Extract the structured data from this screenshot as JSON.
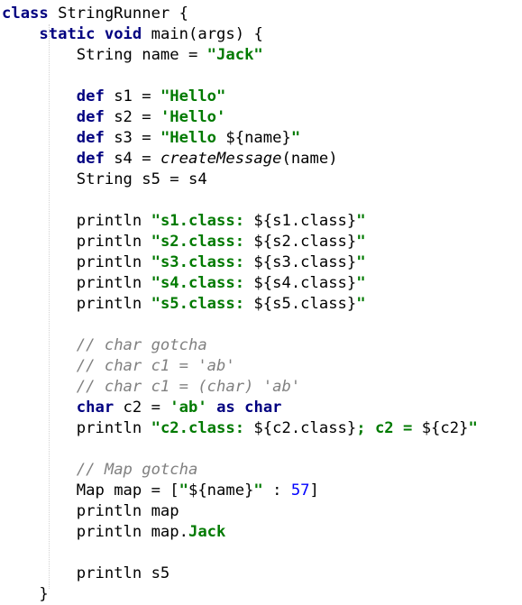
{
  "editor": {
    "colors": {
      "keyword": "#000080",
      "string": "#007a00",
      "comment": "#808080",
      "number": "#0000ff",
      "text": "#000000"
    },
    "lines": [
      {
        "indent": 0,
        "tokens": [
          {
            "t": "class",
            "c": "kw"
          },
          {
            "t": " StringRunner {",
            "c": "id"
          }
        ]
      },
      {
        "indent": 1,
        "tokens": [
          {
            "t": "static",
            "c": "kw"
          },
          {
            "t": " ",
            "c": "id"
          },
          {
            "t": "void",
            "c": "kw"
          },
          {
            "t": " main(args) {",
            "c": "id"
          }
        ]
      },
      {
        "indent": 2,
        "tokens": [
          {
            "t": "String name = ",
            "c": "id"
          },
          {
            "t": "\"Jack\"",
            "c": "str"
          }
        ]
      },
      {
        "indent": 0,
        "tokens": []
      },
      {
        "indent": 2,
        "tokens": [
          {
            "t": "def",
            "c": "kw"
          },
          {
            "t": " s1 = ",
            "c": "id"
          },
          {
            "t": "\"Hello\"",
            "c": "str"
          }
        ]
      },
      {
        "indent": 2,
        "tokens": [
          {
            "t": "def",
            "c": "kw"
          },
          {
            "t": " s2 = ",
            "c": "id"
          },
          {
            "t": "'Hello'",
            "c": "str"
          }
        ]
      },
      {
        "indent": 2,
        "tokens": [
          {
            "t": "def",
            "c": "kw"
          },
          {
            "t": " s3 = ",
            "c": "id"
          },
          {
            "t": "\"Hello ",
            "c": "str"
          },
          {
            "t": "${name}",
            "c": "id"
          },
          {
            "t": "\"",
            "c": "str"
          }
        ]
      },
      {
        "indent": 2,
        "tokens": [
          {
            "t": "def",
            "c": "kw"
          },
          {
            "t": " s4 = ",
            "c": "id"
          },
          {
            "t": "createMessage",
            "c": "fn"
          },
          {
            "t": "(name)",
            "c": "id"
          }
        ]
      },
      {
        "indent": 2,
        "tokens": [
          {
            "t": "String s5 = s4",
            "c": "id"
          }
        ]
      },
      {
        "indent": 0,
        "tokens": []
      },
      {
        "indent": 2,
        "tokens": [
          {
            "t": "println ",
            "c": "id"
          },
          {
            "t": "\"s1.class: ",
            "c": "str"
          },
          {
            "t": "${s1.class}",
            "c": "id"
          },
          {
            "t": "\"",
            "c": "str"
          }
        ]
      },
      {
        "indent": 2,
        "tokens": [
          {
            "t": "println ",
            "c": "id"
          },
          {
            "t": "\"s2.class: ",
            "c": "str"
          },
          {
            "t": "${s2.class}",
            "c": "id"
          },
          {
            "t": "\"",
            "c": "str"
          }
        ]
      },
      {
        "indent": 2,
        "tokens": [
          {
            "t": "println ",
            "c": "id"
          },
          {
            "t": "\"s3.class: ",
            "c": "str"
          },
          {
            "t": "${s3.class}",
            "c": "id"
          },
          {
            "t": "\"",
            "c": "str"
          }
        ]
      },
      {
        "indent": 2,
        "tokens": [
          {
            "t": "println ",
            "c": "id"
          },
          {
            "t": "\"s4.class: ",
            "c": "str"
          },
          {
            "t": "${s4.class}",
            "c": "id"
          },
          {
            "t": "\"",
            "c": "str"
          }
        ]
      },
      {
        "indent": 2,
        "tokens": [
          {
            "t": "println ",
            "c": "id"
          },
          {
            "t": "\"s5.class: ",
            "c": "str"
          },
          {
            "t": "${s5.class}",
            "c": "id"
          },
          {
            "t": "\"",
            "c": "str"
          }
        ]
      },
      {
        "indent": 0,
        "tokens": []
      },
      {
        "indent": 2,
        "tokens": [
          {
            "t": "// char gotcha",
            "c": "cm"
          }
        ]
      },
      {
        "indent": 2,
        "tokens": [
          {
            "t": "// char c1 = 'ab'",
            "c": "cm"
          }
        ]
      },
      {
        "indent": 2,
        "tokens": [
          {
            "t": "// char c1 = (char) 'ab'",
            "c": "cm"
          }
        ]
      },
      {
        "indent": 2,
        "tokens": [
          {
            "t": "char",
            "c": "kw"
          },
          {
            "t": " c2 = ",
            "c": "id"
          },
          {
            "t": "'ab'",
            "c": "str"
          },
          {
            "t": " ",
            "c": "id"
          },
          {
            "t": "as",
            "c": "kw"
          },
          {
            "t": " ",
            "c": "id"
          },
          {
            "t": "char",
            "c": "kw"
          }
        ]
      },
      {
        "indent": 2,
        "tokens": [
          {
            "t": "println ",
            "c": "id"
          },
          {
            "t": "\"c2.class: ",
            "c": "str"
          },
          {
            "t": "${c2.class}",
            "c": "id"
          },
          {
            "t": "; c2 = ",
            "c": "str"
          },
          {
            "t": "${c2}",
            "c": "id"
          },
          {
            "t": "\"",
            "c": "str"
          }
        ]
      },
      {
        "indent": 0,
        "tokens": []
      },
      {
        "indent": 2,
        "tokens": [
          {
            "t": "// Map gotcha",
            "c": "cm"
          }
        ]
      },
      {
        "indent": 2,
        "tokens": [
          {
            "t": "Map map = [",
            "c": "id"
          },
          {
            "t": "\"",
            "c": "str"
          },
          {
            "t": "${name}",
            "c": "id"
          },
          {
            "t": "\"",
            "c": "str"
          },
          {
            "t": " : ",
            "c": "id"
          },
          {
            "t": "57",
            "c": "num"
          },
          {
            "t": "]",
            "c": "id"
          }
        ]
      },
      {
        "indent": 2,
        "tokens": [
          {
            "t": "println map",
            "c": "id"
          }
        ]
      },
      {
        "indent": 2,
        "tokens": [
          {
            "t": "println map.",
            "c": "id"
          },
          {
            "t": "Jack",
            "c": "str"
          }
        ]
      },
      {
        "indent": 0,
        "tokens": []
      },
      {
        "indent": 2,
        "tokens": [
          {
            "t": "println s5",
            "c": "id"
          }
        ]
      },
      {
        "indent": 1,
        "tokens": [
          {
            "t": "}",
            "c": "id"
          }
        ]
      }
    ]
  }
}
